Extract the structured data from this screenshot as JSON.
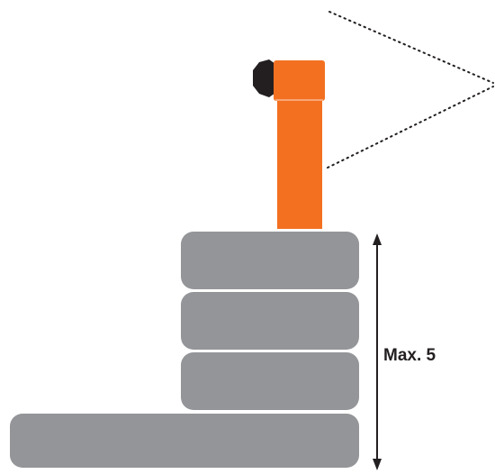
{
  "stack_limit": {
    "label": "Max. 5"
  },
  "colors": {
    "device_orange": "#f37021",
    "device_dark": "#231f20",
    "tire_gray": "#939598",
    "line_dark": "#231f20",
    "background": "#ffffff"
  },
  "icons": {
    "device": "orange-cylinder-sensor",
    "cap": "black-hexagon-cap",
    "arrow": "double-headed-vertical-arrow"
  }
}
